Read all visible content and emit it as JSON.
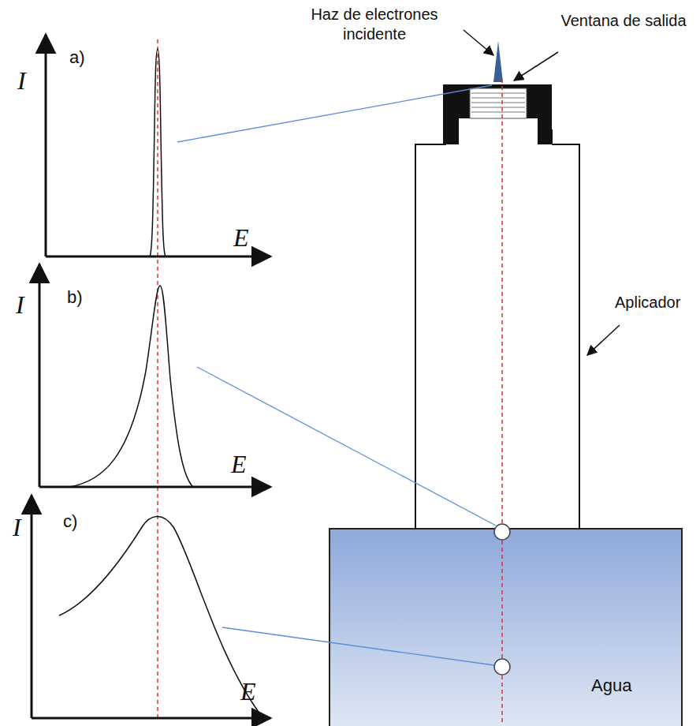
{
  "diagram": {
    "nodes": [
      {
        "text": [
          "Agua"
        ]
      }
    ],
    "labels": [
      "a)",
      "I",
      "E",
      "b)",
      "I",
      "E",
      "c)",
      "I",
      "E",
      "Haz de electrones incidente",
      "Ventana de salida",
      "Aplicador"
    ]
  }
}
